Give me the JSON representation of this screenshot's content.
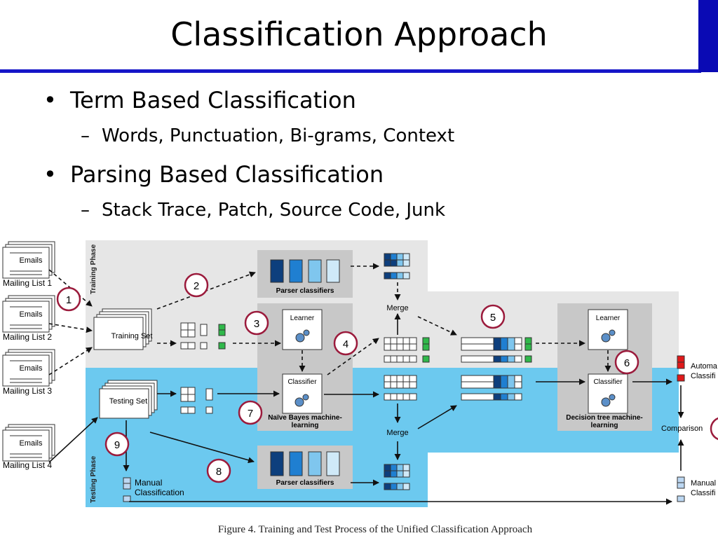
{
  "slide": {
    "title": "Classification Approach",
    "bullets": [
      {
        "text": "Term Based Classification",
        "sub": "Words, Punctuation, Bi-grams, Context"
      },
      {
        "text": "Parsing Based Classification",
        "sub": "Stack Trace, Patch, Source Code, Junk"
      }
    ],
    "bullet_symbol": "•",
    "sub_symbol": "–"
  },
  "diagram": {
    "phase_labels": {
      "training": "Training Phase",
      "testing": "Testing Phase"
    },
    "mailing_lists": [
      {
        "doc": "Emails",
        "label": "Mailing List 1"
      },
      {
        "doc": "Emails",
        "label": "Mailing List 2"
      },
      {
        "doc": "Emails",
        "label": "Mailing List 3"
      },
      {
        "doc": "Emails",
        "label": "Mailing List 4"
      }
    ],
    "training_set": "Training Set",
    "testing_set": "Testing Set",
    "parser_classifiers": "Parser classifiers",
    "learner": "Learner",
    "classifier": "Classifier",
    "merge": "Merge",
    "naive_bayes": [
      "Naïve Bayes machine-",
      "learning"
    ],
    "decision_tree": [
      "Decision tree machine-",
      "learning"
    ],
    "manual_classification": [
      "Manual",
      "Classification"
    ],
    "automatic_classification": [
      "Automa",
      "Classifi"
    ],
    "manual_classification_right": [
      "Manual",
      "Classifi"
    ],
    "comparison": "Comparison",
    "step_numbers": [
      "1",
      "2",
      "3",
      "4",
      "5",
      "6",
      "7",
      "8",
      "9"
    ],
    "colors": {
      "training_bg": "#e6e6e6",
      "testing_bg": "#6cc9ef",
      "inner_box": "#c8c8c8",
      "step_circle_border": "#9b1b3c",
      "dark_blue": "#0d3f7d",
      "mid_blue": "#1f7fd1",
      "light_blue": "#7fc6ee",
      "green": "#2fb84a",
      "red": "#e0191a"
    }
  },
  "caption": "Figure 4.   Training and Test Process of the Unified Classification Approach"
}
